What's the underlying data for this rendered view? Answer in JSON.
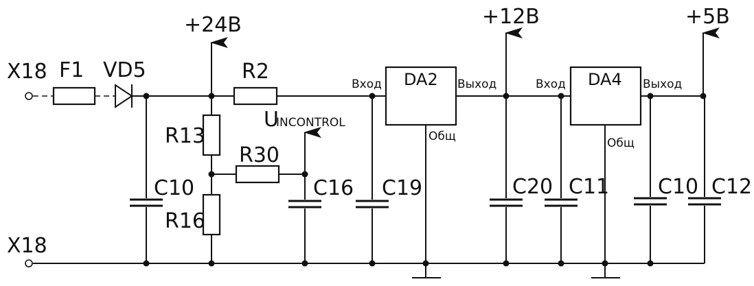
{
  "labels": {
    "x18_top": "X18",
    "x18_bottom": "X18",
    "f1": "F1",
    "vd5": "VD5",
    "plus24": "+24В",
    "plus12": "+12В",
    "plus5": "+5В",
    "r2": "R2",
    "r13": "R13",
    "r16": "R16",
    "r30": "R30",
    "u_main": "U",
    "u_sub": "INCONTROL",
    "c10_left": "C10",
    "c16": "C16",
    "c19": "C19",
    "c20": "C20",
    "c11": "C11",
    "c10_right": "C10",
    "c12": "C12",
    "da2": "DA2",
    "da4": "DA4",
    "da2_in": "Вход",
    "da2_out": "Выход",
    "da2_gnd": "Общ",
    "da4_in": "Вход",
    "da4_out": "Выход",
    "da4_gnd": "Общ"
  }
}
